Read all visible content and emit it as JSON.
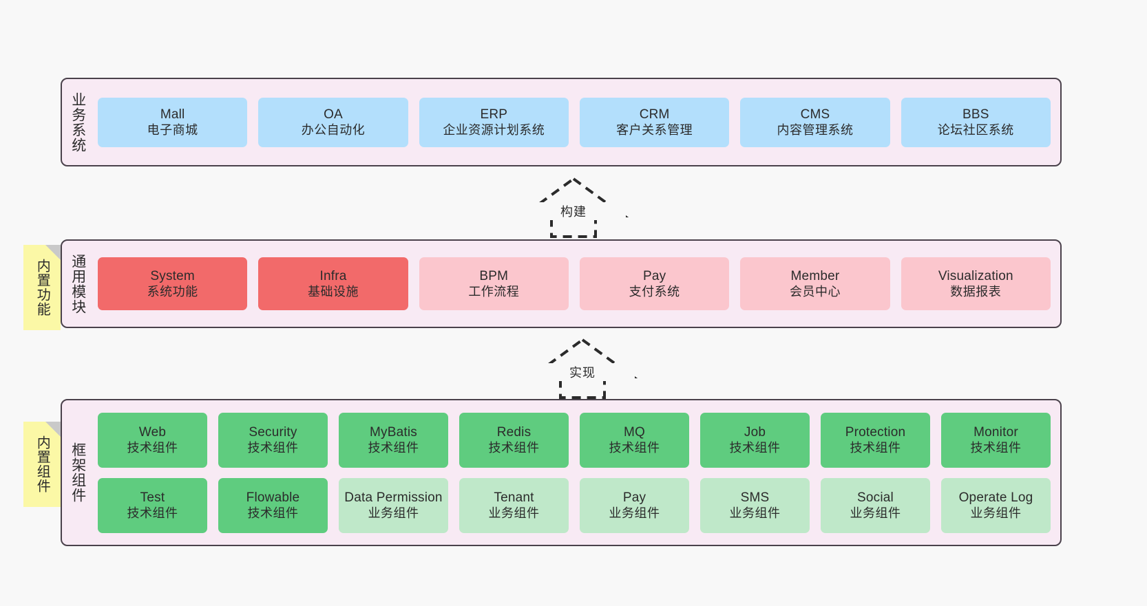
{
  "layers": [
    {
      "id": "business",
      "title": "业务系统",
      "rows": [
        {
          "items": [
            {
              "en": "Mall",
              "cn": "电子商城",
              "color": "#b3dffc"
            },
            {
              "en": "OA",
              "cn": "办公自动化",
              "color": "#b3dffc"
            },
            {
              "en": "ERP",
              "cn": "企业资源计划系统",
              "color": "#b3dffc"
            },
            {
              "en": "CRM",
              "cn": "客户关系管理",
              "color": "#b3dffc"
            },
            {
              "en": "CMS",
              "cn": "内容管理系统",
              "color": "#b3dffc"
            },
            {
              "en": "BBS",
              "cn": "论坛社区系统",
              "color": "#b3dffc"
            }
          ]
        }
      ]
    },
    {
      "id": "common",
      "title": "通用模块",
      "note": "内置功能",
      "rows": [
        {
          "items": [
            {
              "en": "System",
              "cn": "系统功能",
              "color": "#f26a6a"
            },
            {
              "en": "Infra",
              "cn": "基础设施",
              "color": "#f26a6a"
            },
            {
              "en": "BPM",
              "cn": "工作流程",
              "color": "#fbc6cd"
            },
            {
              "en": "Pay",
              "cn": "支付系统",
              "color": "#fbc6cd"
            },
            {
              "en": "Member",
              "cn": "会员中心",
              "color": "#fbc6cd"
            },
            {
              "en": "Visualization",
              "cn": "数据报表",
              "color": "#fbc6cd"
            }
          ]
        }
      ]
    },
    {
      "id": "framework",
      "title": "框架组件",
      "note": "内置组件",
      "rows": [
        {
          "items": [
            {
              "en": "Web",
              "cn": "技术组件",
              "color": "#5fcc7f"
            },
            {
              "en": "Security",
              "cn": "技术组件",
              "color": "#5fcc7f"
            },
            {
              "en": "MyBatis",
              "cn": "技术组件",
              "color": "#5fcc7f"
            },
            {
              "en": "Redis",
              "cn": "技术组件",
              "color": "#5fcc7f"
            },
            {
              "en": "MQ",
              "cn": "技术组件",
              "color": "#5fcc7f"
            },
            {
              "en": "Job",
              "cn": "技术组件",
              "color": "#5fcc7f"
            },
            {
              "en": "Protection",
              "cn": "技术组件",
              "color": "#5fcc7f"
            },
            {
              "en": "Monitor",
              "cn": "技术组件",
              "color": "#5fcc7f"
            }
          ]
        },
        {
          "items": [
            {
              "en": "Test",
              "cn": "技术组件",
              "color": "#5fcc7f"
            },
            {
              "en": "Flowable",
              "cn": "技术组件",
              "color": "#5fcc7f"
            },
            {
              "en": "Data Permission",
              "cn": "业务组件",
              "color": "#bfe8c9"
            },
            {
              "en": "Tenant",
              "cn": "业务组件",
              "color": "#bfe8c9"
            },
            {
              "en": "Pay",
              "cn": "业务组件",
              "color": "#bfe8c9"
            },
            {
              "en": "SMS",
              "cn": "业务组件",
              "color": "#bfe8c9"
            },
            {
              "en": "Social",
              "cn": "业务组件",
              "color": "#bfe8c9"
            },
            {
              "en": "Operate Log",
              "cn": "业务组件",
              "color": "#bfe8c9"
            }
          ]
        }
      ]
    }
  ],
  "arrows": [
    {
      "id": "build",
      "label": "构建"
    },
    {
      "id": "impl",
      "label": "实现"
    }
  ],
  "colors": {
    "background": "#f8f8f8",
    "panel_fill": "#f8eaf4",
    "panel_border": "#4a414b",
    "note_fill": "#fbf8a6",
    "note_fold": "#c9c9c9",
    "blue": "#b3dffc",
    "red": "#f26a6a",
    "pink": "#fbc6cd",
    "green": "#5fcc7f",
    "light_green": "#bfe8c9",
    "text": "#2b2b2b"
  }
}
